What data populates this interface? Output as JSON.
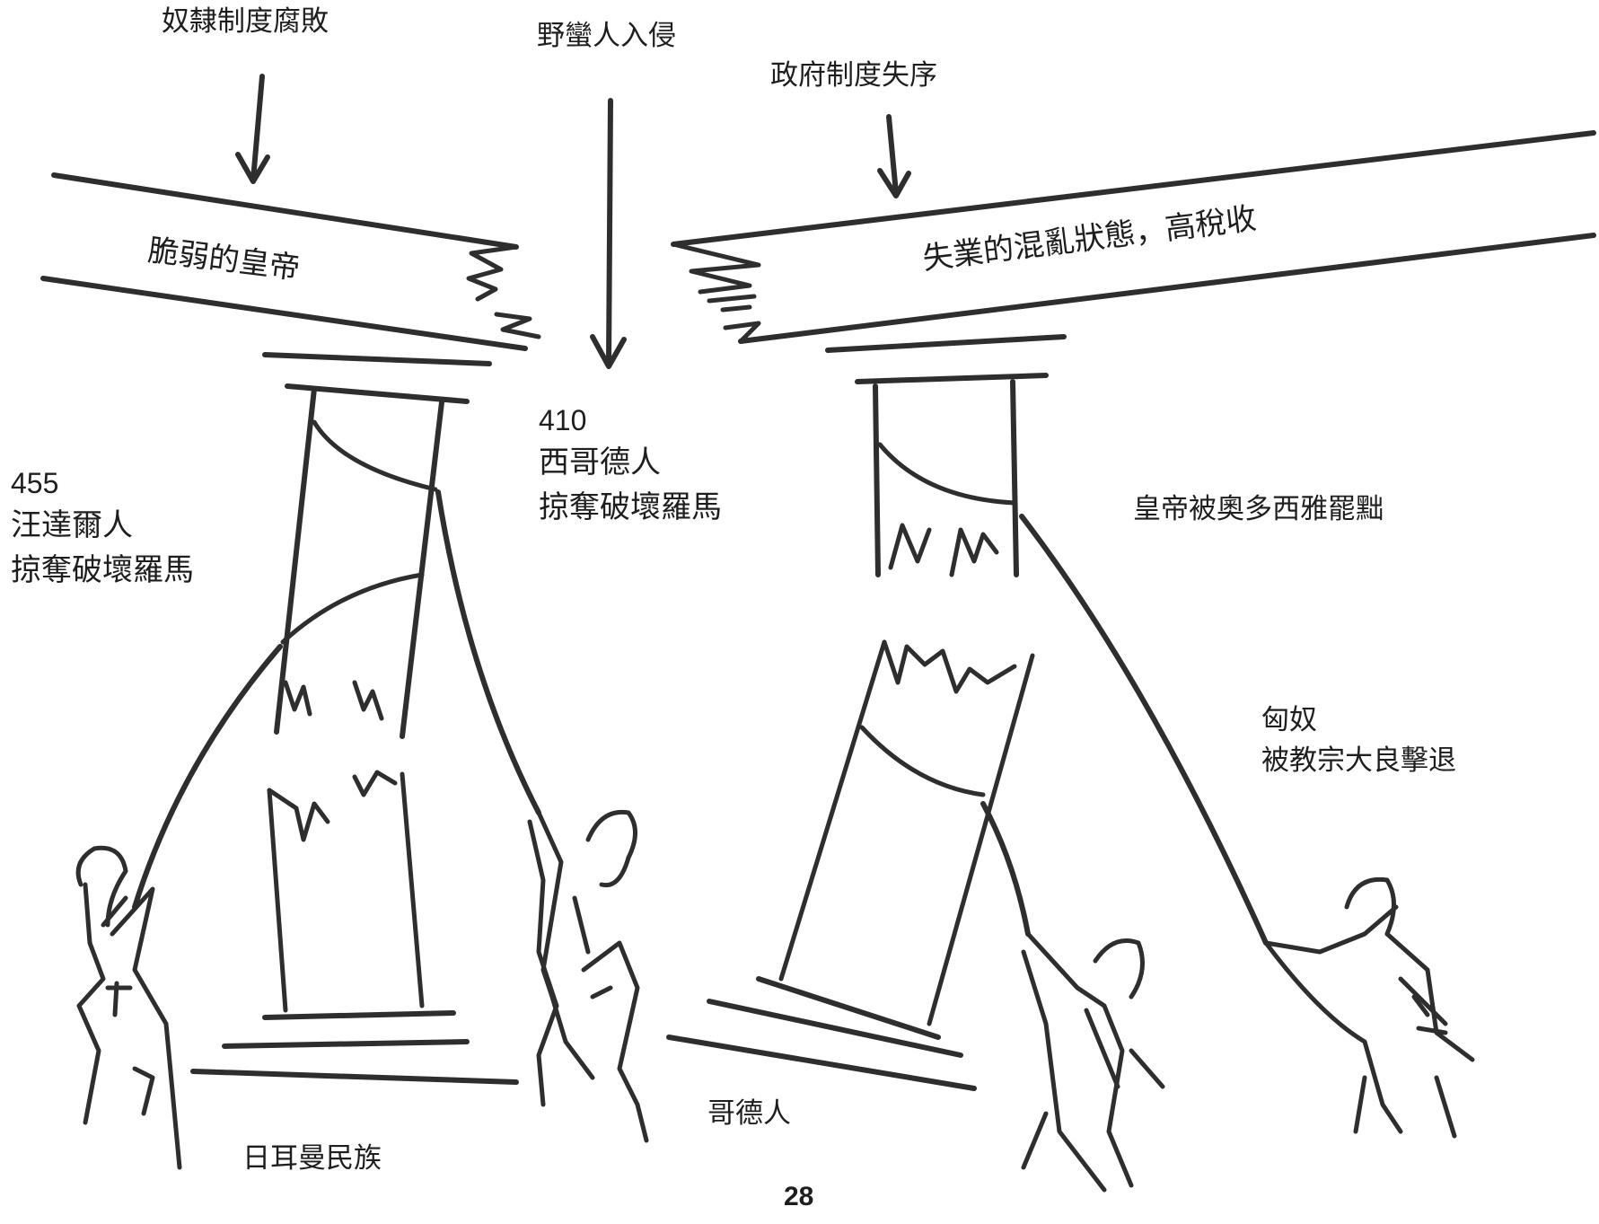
{
  "causes": {
    "slavery": "奴隸制度腐敗",
    "barbarian_invasion": "野蠻人入侵",
    "government": "政府制度失序"
  },
  "beams": {
    "left": "脆弱的皇帝",
    "right": "失業的混亂狀態，高稅收"
  },
  "events": {
    "vandals": {
      "year": "455",
      "line1": "汪達爾人",
      "line2": "掠奪破壞羅馬"
    },
    "visigoths": {
      "year": "410",
      "line1": "西哥德人",
      "line2": "掠奪破壞羅馬"
    },
    "emperor_deposed": {
      "line1": "皇帝被奧多西雅罷黜"
    },
    "huns": {
      "line1": "匈奴",
      "line2": "被教宗大良擊退"
    }
  },
  "groups": {
    "germanic": "日耳曼民族",
    "goths": "哥德人"
  },
  "page_number": "28"
}
